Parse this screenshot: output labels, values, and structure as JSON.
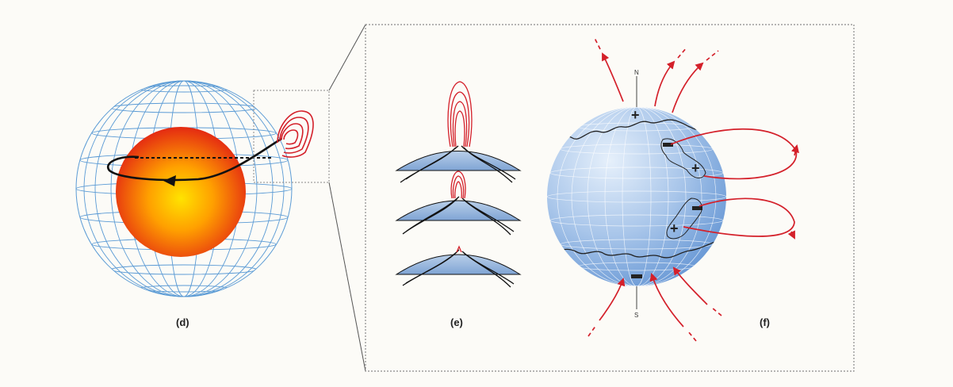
{
  "labels": {
    "panel_d": "(d)",
    "panel_e": "(e)",
    "panel_f": "(f)",
    "north": "N",
    "south": "S"
  },
  "colors": {
    "background": "#fcfbf7",
    "grid_line": "#5b9bd5",
    "core_inner": "#ffd800",
    "core_outer": "#e82a10",
    "field_line": "#d4202a",
    "flow_line": "#111111",
    "globe_light": "#d8e8f8",
    "globe_dark": "#6f9fd8",
    "frame": "#8a8a8a"
  },
  "polarity_marks": {
    "plus": "+",
    "minus": "−"
  }
}
